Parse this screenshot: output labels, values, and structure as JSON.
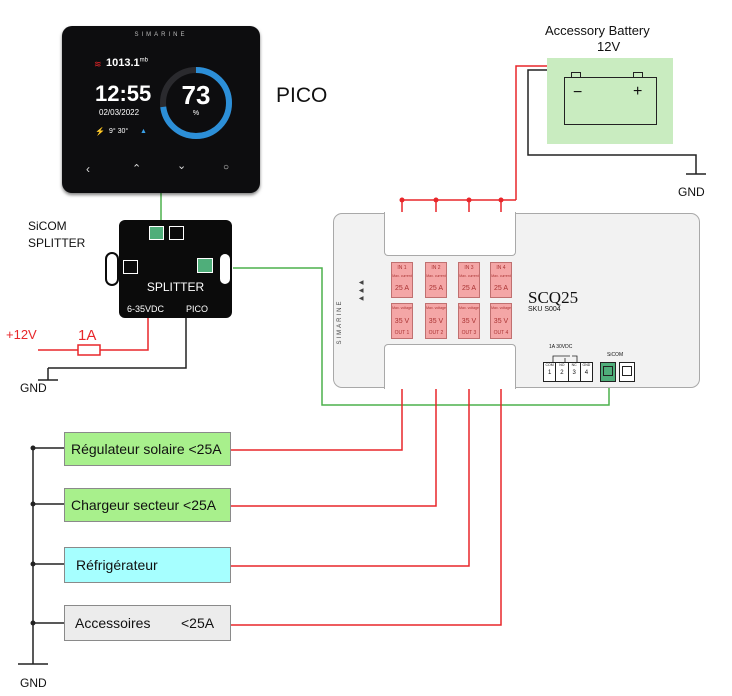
{
  "pico": {
    "brand": "SIMARINE",
    "pressure": "1013.1",
    "pressure_unit": "mb",
    "time": "12:55",
    "date": "02/03/2022",
    "temp": "9° 30°",
    "percent": "73",
    "percent_symbol": "%",
    "label": "PICO"
  },
  "splitter": {
    "title_left": "SiCOM",
    "title_right": "SPLITTER",
    "text": "SPLITTER",
    "voltage": "6-35VDC",
    "pico_port": "PICO"
  },
  "power": {
    "supply": "+12V",
    "fuse": "1A",
    "gnd_splitter": "GND",
    "gnd_loads": "GND",
    "gnd_battery": "GND"
  },
  "battery": {
    "title_line1": "Accessory Battery",
    "title_line2": "12V",
    "minus": "−",
    "plus": "+",
    "color": "#c9ecc0"
  },
  "scq": {
    "brand": "SIMARINE",
    "model": "SCQ25",
    "sku": "SKU S004",
    "relay_label": "1A 30VDC",
    "sicom_label": "SiCOM",
    "relay_pins": [
      "COM",
      "NO",
      "NC",
      "GND"
    ],
    "relay_numbers": [
      "1",
      "2",
      "3",
      "4"
    ],
    "channels": [
      {
        "in": "IN 1",
        "max_current_label": "Max. current",
        "current": "25 A",
        "max_voltage_label": "Max. voltage",
        "voltage": "35 V",
        "out": "OUT 1"
      },
      {
        "in": "IN 2",
        "max_current_label": "Max. current",
        "current": "25 A",
        "max_voltage_label": "Max. voltage",
        "voltage": "35 V",
        "out": "OUT 2"
      },
      {
        "in": "IN 3",
        "max_current_label": "Max. current",
        "current": "25 A",
        "max_voltage_label": "Max. voltage",
        "voltage": "35 V",
        "out": "OUT 3"
      },
      {
        "in": "IN 4",
        "max_current_label": "Max. current",
        "current": "25 A",
        "max_voltage_label": "Max. voltage",
        "voltage": "35 V",
        "out": "OUT 4"
      }
    ]
  },
  "loads": [
    {
      "label": "Régulateur solaire <25A",
      "color": "#a8f08c"
    },
    {
      "label": "Chargeur secteur <25A",
      "color": "#a8f08c"
    },
    {
      "label": "Réfrigérateur",
      "color": "#a6ffff"
    },
    {
      "label": "Accessoires",
      "label2": "<25A",
      "color": "#ececec"
    }
  ],
  "colors": {
    "wire_red": "#e8262a",
    "wire_green": "#4cb04c",
    "channel_fill": "#f4a6a6"
  }
}
